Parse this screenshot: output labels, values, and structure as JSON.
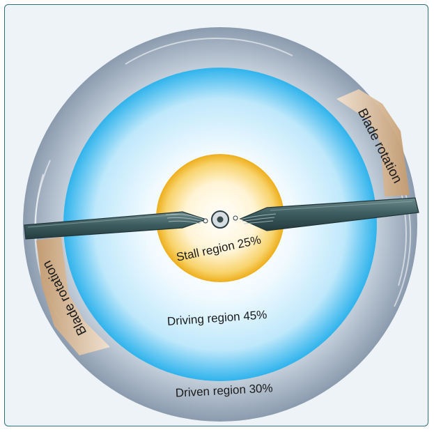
{
  "regions": {
    "stall": "Stall region 25%",
    "driving": "Driving region 45%",
    "driven": "Driven region 30%"
  },
  "arrows": {
    "top_right": "Blade rotation",
    "bottom_left": "Blade rotation"
  },
  "colors": {
    "frame_border": "#2d6f7a",
    "driven_ring": "#9aaabd",
    "driving_region": "#4fc3f0",
    "stall_region": "#f4bb2a",
    "blade": "#3e5b5e",
    "arrow": "#c9a27a"
  }
}
